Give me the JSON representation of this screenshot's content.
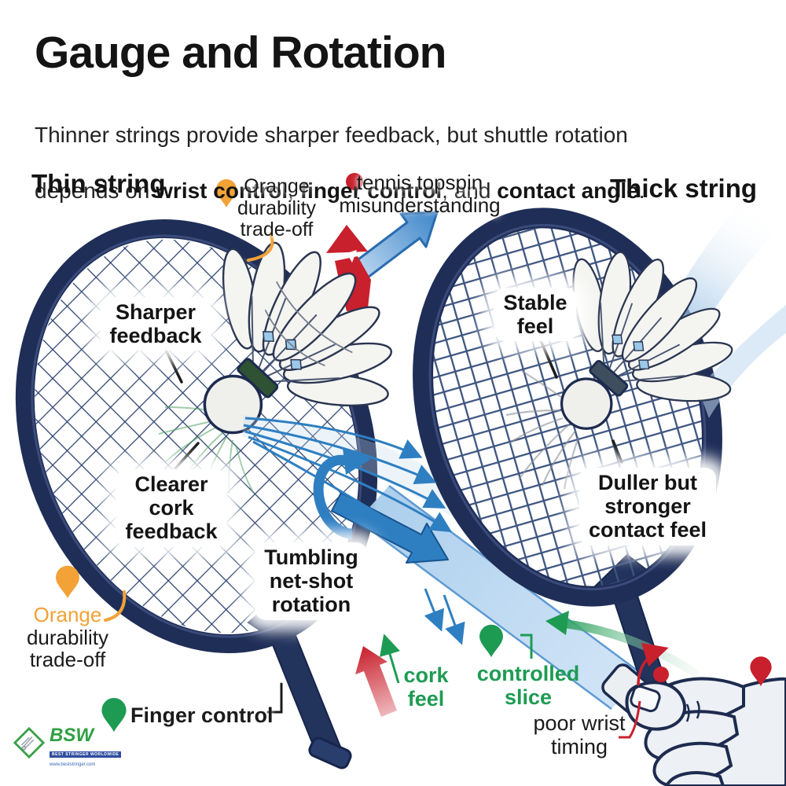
{
  "header": {
    "title": "Gauge and Rotation",
    "subtitle": {
      "line1": "Thinner strings provide sharper feedback, but shuttle rotation",
      "line2_lead": "depends on ",
      "bold1": "wrist control",
      "sep1": ", ",
      "bold2": "finger control",
      "sep2": ", and ",
      "bold3": "contact angle",
      "end": "."
    }
  },
  "columns": {
    "left_title": "Thin string",
    "right_title": "Thick string"
  },
  "callouts": {
    "orange_top": "Orange\ndurability\ntrade-off",
    "tennis_topspin": "tennis topspin\nmisunderstanding",
    "sharper_feedback": "Sharper\nfeedback",
    "stable_feel": "Stable\nfeel",
    "clearer_cork": "Clearer\ncork\nfeedback",
    "duller_contact": "Duller but\nstronger\ncontact feel",
    "tumbling": "Tumbling\nnet-shot\nrotation",
    "orange_bottom_word": "Orange",
    "orange_bottom_rest": "durability\ntrade-off",
    "finger_control": "Finger control",
    "cork_feel": "cork\nfeel",
    "controlled_slice": "controlled\nslice",
    "poor_wrist": "poor wrist\ntiming"
  },
  "logo": {
    "abbr": "BSW",
    "tagline": "BEST STRINGER WORLDWIDE",
    "website": "www.beststringer.com"
  },
  "colors": {
    "accent_orange": "#F2A236",
    "accent_green": "#1E9B53",
    "accent_red": "#C8202C",
    "accent_blue": "#2E7FC2",
    "frame_navy": "#1F2E57"
  }
}
